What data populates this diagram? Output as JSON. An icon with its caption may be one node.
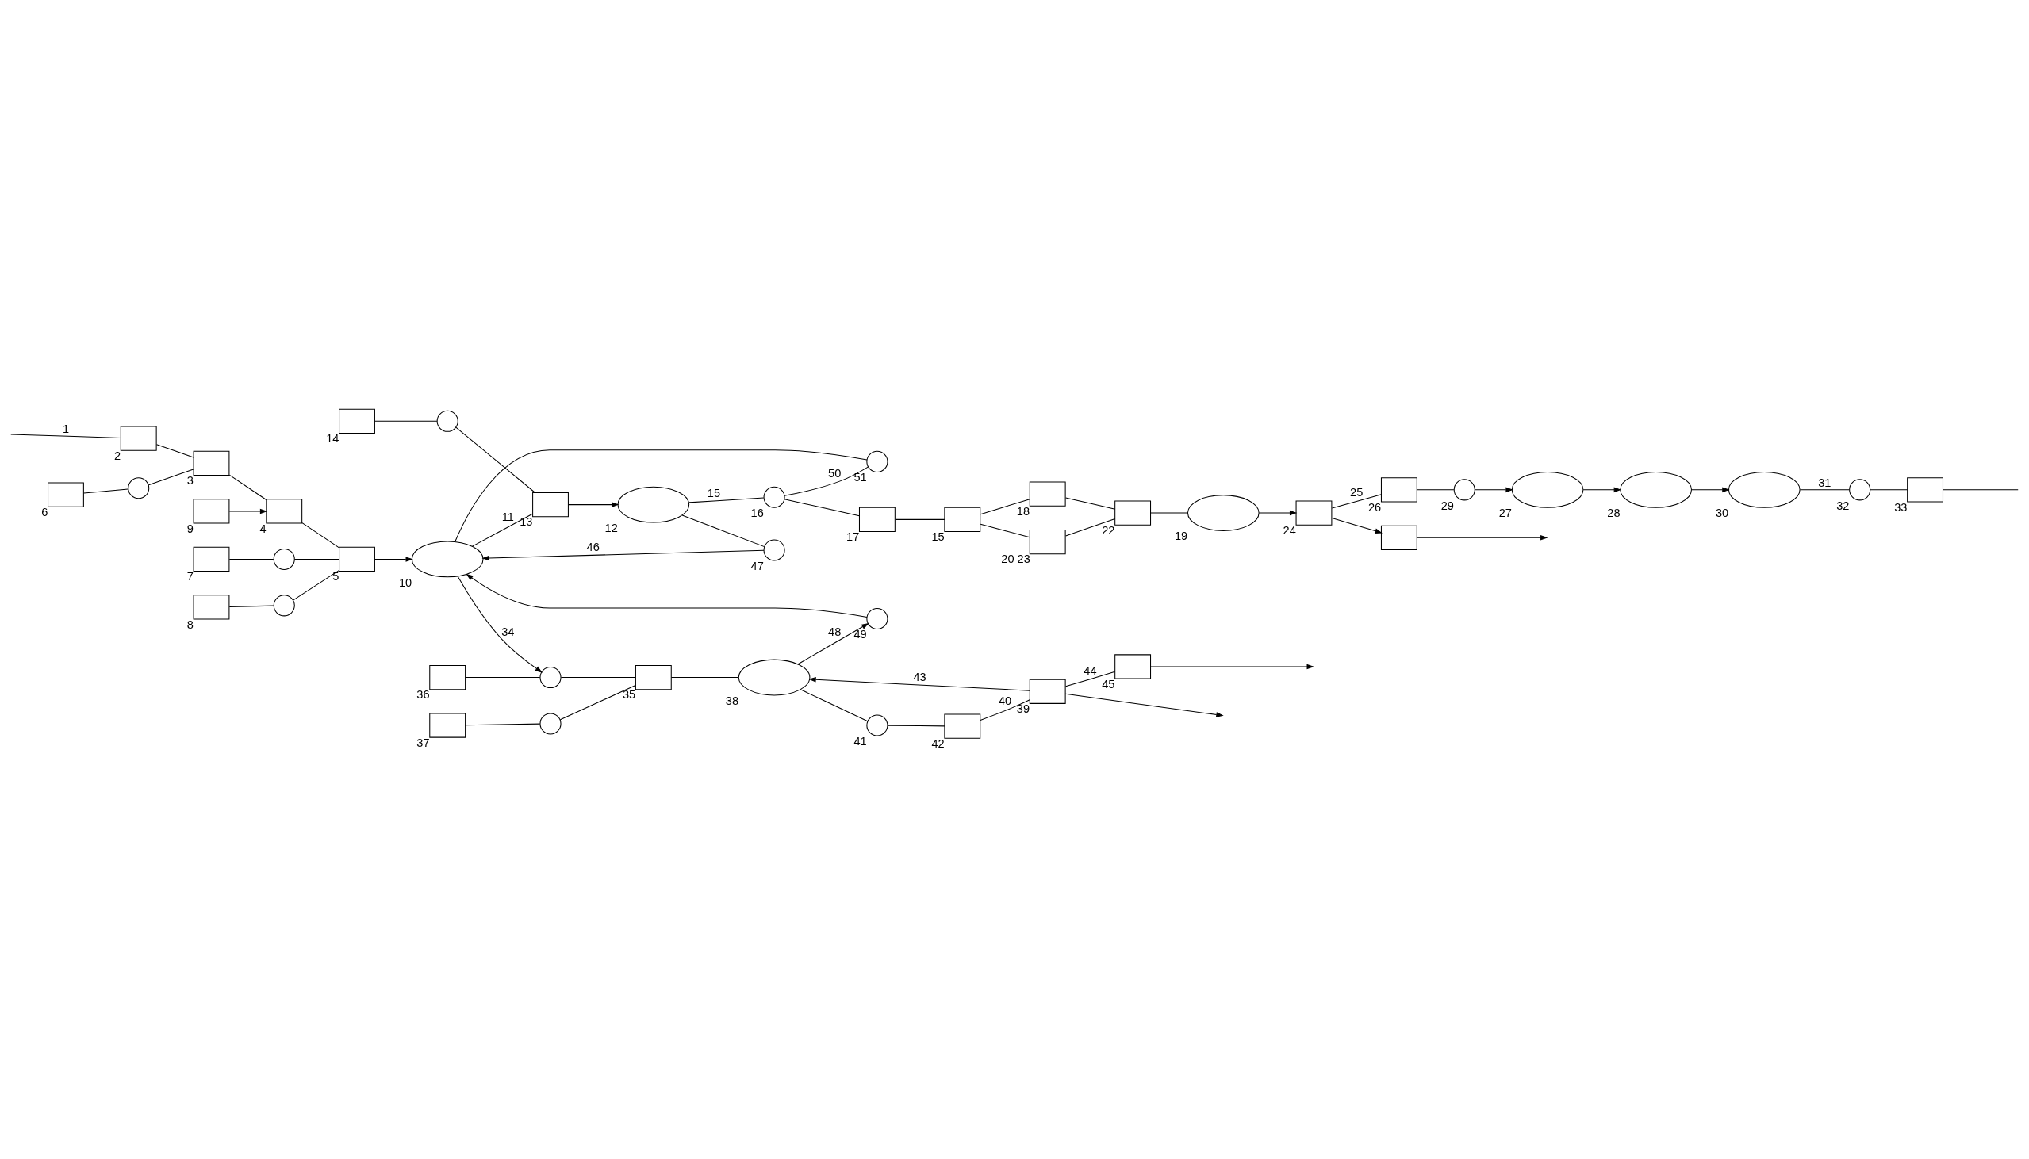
{
  "diagram": {
    "nodes": [
      {
        "text": [],
        "shape": "box",
        "beside": [
          "2"
        ]
      },
      {
        "text": [],
        "shape": "box",
        "beside": [
          "3"
        ]
      },
      {
        "text": [],
        "shape": "box",
        "beside": [
          "4"
        ]
      },
      {
        "text": [],
        "shape": "box",
        "beside": [
          "9"
        ]
      },
      {
        "text": [],
        "shape": "box",
        "beside": [
          "6"
        ]
      },
      {
        "text": [],
        "shape": "circle"
      },
      {
        "text": [],
        "shape": "box",
        "beside": [
          "7"
        ]
      },
      {
        "text": [],
        "shape": "circle"
      },
      {
        "text": [],
        "shape": "box",
        "beside": [
          "8"
        ]
      },
      {
        "text": [],
        "shape": "circle"
      },
      {
        "text": [],
        "shape": "box",
        "beside": [
          "5"
        ]
      },
      {
        "text": [],
        "shape": "cylinder",
        "beside": [
          "10"
        ]
      },
      {
        "text": [],
        "shape": "box",
        "beside": [
          "13"
        ]
      },
      {
        "text": [],
        "shape": "cylinder",
        "beside": [
          "12"
        ]
      },
      {
        "text": [],
        "shape": "box",
        "beside": [
          "14"
        ]
      },
      {
        "text": [],
        "shape": "circle"
      },
      {
        "text": [],
        "shape": "circle",
        "beside": [
          "16"
        ]
      },
      {
        "text": [],
        "shape": "box",
        "beside": [
          "17"
        ]
      },
      {
        "text": [],
        "shape": "box",
        "beside": [
          "15"
        ]
      },
      {
        "text": [],
        "shape": "box",
        "beside": [
          "18"
        ]
      },
      {
        "text": [],
        "shape": "box",
        "beside": [
          "20",
          "23"
        ]
      },
      {
        "text": [],
        "shape": "box",
        "beside": [
          "22"
        ]
      },
      {
        "text": [],
        "shape": "cylinder",
        "beside": [
          "19"
        ]
      },
      {
        "text": [],
        "shape": "box",
        "beside": [
          "24"
        ]
      },
      {
        "text": [],
        "shape": "box",
        "beside": [
          "26"
        ]
      },
      {
        "text": [],
        "shape": "box"
      },
      {
        "text": [],
        "shape": "circle",
        "beside": [
          "29"
        ]
      },
      {
        "text": [],
        "shape": "cylinder",
        "beside": [
          "27"
        ]
      },
      {
        "text": [],
        "shape": "cylinder",
        "beside": [
          "28"
        ]
      },
      {
        "text": [],
        "shape": "cylinder",
        "beside": [
          "30"
        ]
      },
      {
        "text": [],
        "shape": "circle",
        "beside": [
          "32"
        ]
      },
      {
        "text": [],
        "shape": "box",
        "beside": [
          "33"
        ]
      },
      {
        "text": [],
        "shape": "circle",
        "beside": [
          "51"
        ]
      },
      {
        "text": [],
        "shape": "circle",
        "beside": [
          "47"
        ]
      },
      {
        "text": [],
        "shape": "circle",
        "beside": [
          "49"
        ]
      },
      {
        "text": [],
        "shape": "cylinder",
        "beside": [
          "38"
        ]
      },
      {
        "text": [],
        "shape": "box",
        "beside": [
          "35"
        ]
      },
      {
        "text": [],
        "shape": "box",
        "beside": [
          "37"
        ]
      },
      {
        "text": [],
        "shape": "circle"
      },
      {
        "text": [],
        "shape": "box",
        "beside": [
          "36"
        ]
      },
      {
        "text": [],
        "shape": "circle"
      },
      {
        "text": [],
        "shape": "circle",
        "beside": [
          "41"
        ]
      },
      {
        "text": [],
        "shape": "box",
        "beside": [
          "42"
        ]
      },
      {
        "text": [],
        "shape": "box",
        "beside": [
          "39"
        ]
      },
      {
        "text": [],
        "shape": "box",
        "beside": [
          "45"
        ]
      }
    ],
    "edges": [
      {
        "from": null,
        "to": 0,
        "arrow": "none",
        "label": "1"
      },
      {
        "from": 0,
        "to": 1,
        "arrow": "none"
      },
      {
        "from": 1,
        "to": 2,
        "arrow": "none"
      },
      {
        "from": 3,
        "to": 2,
        "arrow": "to"
      },
      {
        "from": 4,
        "to": 5,
        "arrow": "none"
      },
      {
        "from": 5,
        "to": 1,
        "arrow": "none"
      },
      {
        "from": 2,
        "to": 10,
        "arrow": "none"
      },
      {
        "from": 6,
        "to": 7,
        "arrow": "none"
      },
      {
        "from": 7,
        "to": 10,
        "arrow": "none"
      },
      {
        "from": 8,
        "to": 9,
        "arrow": "none"
      },
      {
        "from": 9,
        "to": 10,
        "arrow": "none"
      },
      {
        "from": 10,
        "to": 11,
        "arrow": "to"
      },
      {
        "from": 11,
        "to": 12,
        "arrow": "none",
        "label": "11"
      },
      {
        "from": 12,
        "to": 13,
        "arrow": "to"
      },
      {
        "from": 14,
        "to": 15,
        "arrow": "none"
      },
      {
        "from": 15,
        "to": 12,
        "arrow": "none"
      },
      {
        "from": 13,
        "to": 16,
        "arrow": "none",
        "label": "15"
      },
      {
        "from": 16,
        "to": 17,
        "arrow": "none"
      },
      {
        "from": 17,
        "to": 18,
        "arrow": "none"
      },
      {
        "from": 18,
        "to": 19,
        "arrow": "none"
      },
      {
        "from": 19,
        "to": 21,
        "arrow": "none"
      },
      {
        "from": 18,
        "to": 20,
        "arrow": "none"
      },
      {
        "from": 20,
        "to": 21,
        "arrow": "none"
      },
      {
        "from": 21,
        "to": 22,
        "arrow": "none"
      },
      {
        "from": 22,
        "to": 23,
        "arrow": "to"
      },
      {
        "from": 23,
        "to": 24,
        "arrow": "none",
        "label": "25"
      },
      {
        "from": 23,
        "to": 25,
        "arrow": "to"
      },
      {
        "from": 25,
        "to": null,
        "arrow": "to"
      },
      {
        "from": 24,
        "to": 26,
        "arrow": "none"
      },
      {
        "from": 26,
        "to": 27,
        "arrow": "to"
      },
      {
        "from": 27,
        "to": 28,
        "arrow": "to"
      },
      {
        "from": 28,
        "to": 29,
        "arrow": "to"
      },
      {
        "from": 29,
        "to": 30,
        "arrow": "none",
        "label": "31"
      },
      {
        "from": 30,
        "to": 31,
        "arrow": "none"
      },
      {
        "from": 31,
        "to": null,
        "arrow": "none"
      },
      {
        "from": 16,
        "to": 32,
        "arrow": "none",
        "label": "50"
      },
      {
        "from": 32,
        "to": 11,
        "arrow": "none"
      },
      {
        "from": 13,
        "to": 33,
        "arrow": "none"
      },
      {
        "from": 33,
        "to": 11,
        "arrow": "to",
        "label": "46"
      },
      {
        "from": 11,
        "to": 40,
        "arrow": "to",
        "label": "34"
      },
      {
        "from": 39,
        "to": 40,
        "arrow": "none"
      },
      {
        "from": 40,
        "to": 36,
        "arrow": "none"
      },
      {
        "from": 37,
        "to": 38,
        "arrow": "none"
      },
      {
        "from": 38,
        "to": 36,
        "arrow": "none"
      },
      {
        "from": 36,
        "to": 35,
        "arrow": "none"
      },
      {
        "from": 35,
        "to": 34,
        "arrow": "to",
        "label": "48"
      },
      {
        "from": 34,
        "to": 11,
        "arrow": "to"
      },
      {
        "from": 35,
        "to": 41,
        "arrow": "none"
      },
      {
        "from": 41,
        "to": 42,
        "arrow": "none"
      },
      {
        "from": 42,
        "to": 43,
        "arrow": "none",
        "label": "40"
      },
      {
        "from": 43,
        "to": 44,
        "arrow": "none",
        "label": "44"
      },
      {
        "from": 44,
        "to": null,
        "arrow": "to"
      },
      {
        "from": 43,
        "to": 35,
        "arrow": "to",
        "label": "43"
      },
      {
        "from": 43,
        "to": null,
        "arrow": "to"
      }
    ]
  }
}
